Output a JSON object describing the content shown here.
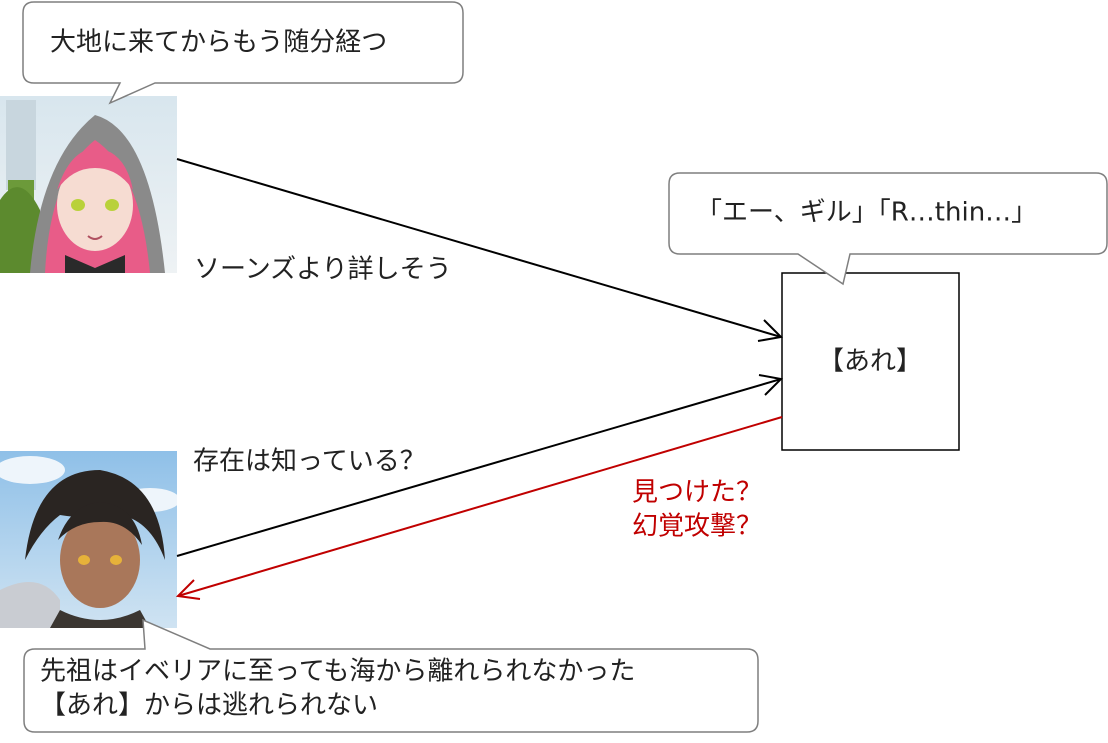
{
  "bubbles": {
    "top_left": "大地に来てからもう随分経つ",
    "right": "「エー、ギル」「R…thin…」",
    "bottom_line1": "先祖はイベリアに至っても海から離れられなかった",
    "bottom_line2": "【あれ】からは逃れられない"
  },
  "target_box": {
    "label": "【あれ】"
  },
  "edge_labels": {
    "top_arrow": "ソーンズより詳しそう",
    "bottom_arrow": "存在は知っている？",
    "red_line1": "見つけた？",
    "red_line2": "幻覚攻撃？"
  },
  "colors": {
    "arrow": "#000000",
    "red": "#c00000",
    "bubble_border": "#7f7f7f"
  }
}
